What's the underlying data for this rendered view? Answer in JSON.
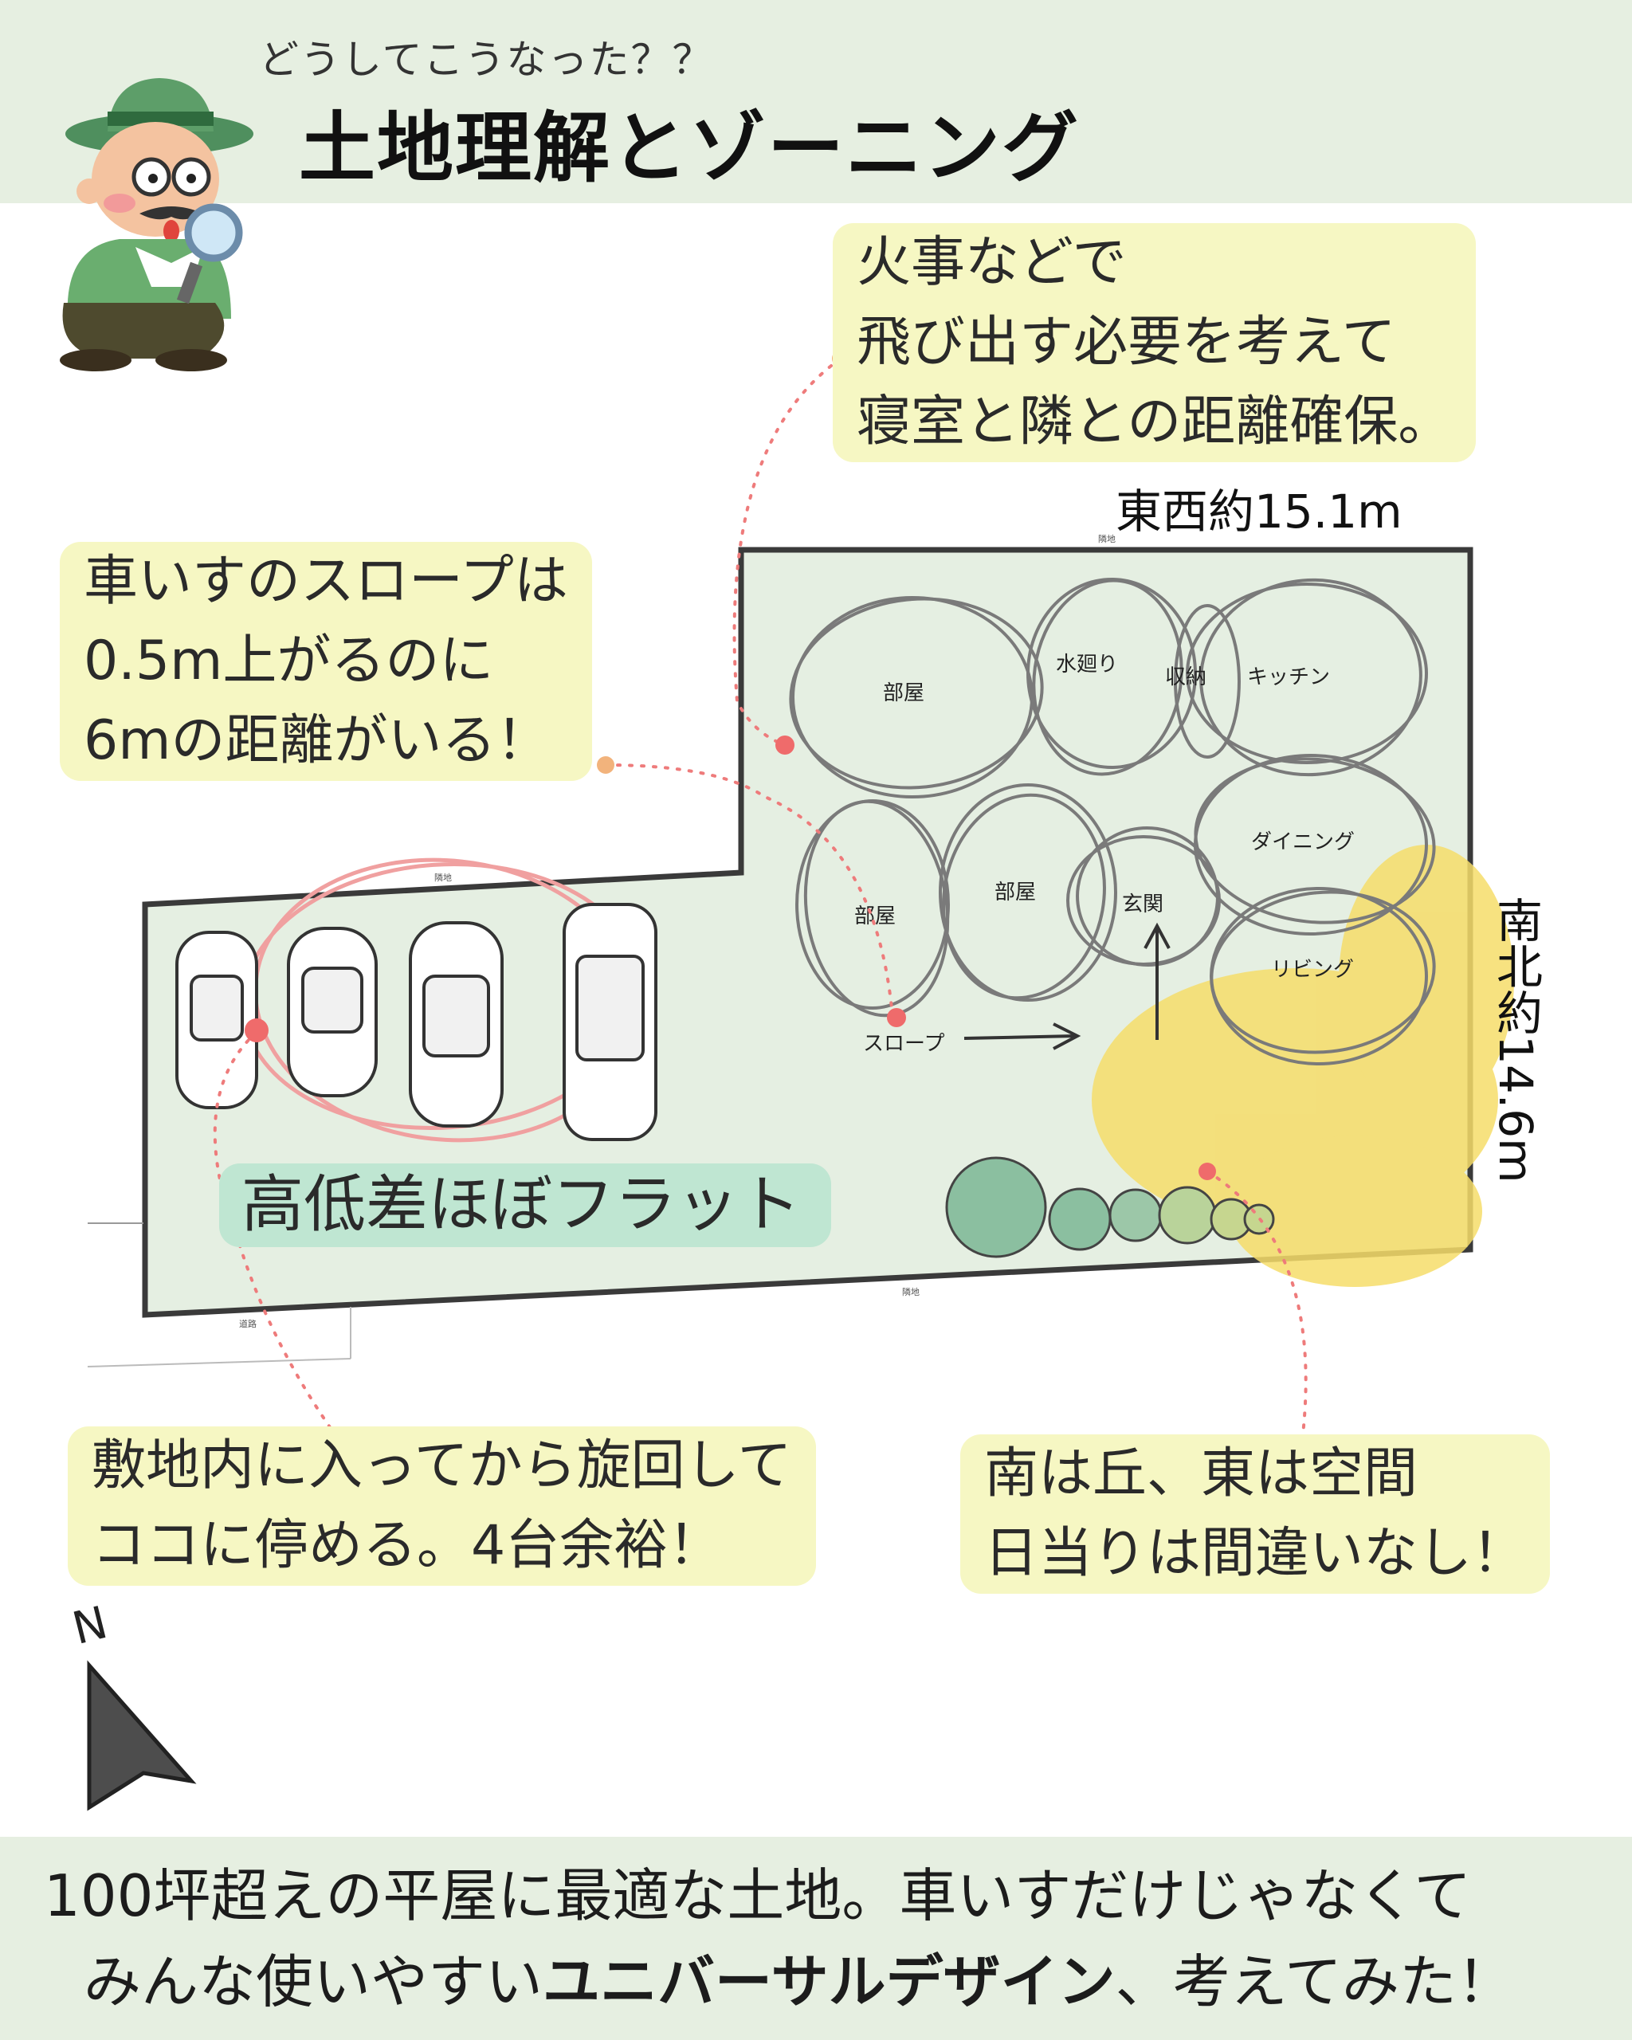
{
  "header": {
    "subtitle": "どうしてこうなった？？",
    "title": "土地理解とゾーニング"
  },
  "notes": {
    "fire": [
      "火事などで",
      "飛び出す必要を考えて",
      "寝室と隣との距離確保。"
    ],
    "slope": [
      "車いすのスロープは",
      "0.5m上がるのに",
      "6mの距離がいる！"
    ],
    "flat": "高低差ほぼフラット",
    "parking": [
      "敷地内に入ってから旋回して",
      "ココに停める。4台余裕！"
    ],
    "sun": [
      "南は丘、東は空間",
      "日当りは間違いなし！"
    ]
  },
  "dimensions": {
    "east_west": "東西約15.1m",
    "north_south": "南北約14.6m"
  },
  "plan": {
    "zones": {
      "room1": "部屋",
      "water": "水廻り",
      "storage": "収納",
      "kitchen": "キッチン",
      "dining": "ダイニング",
      "room2": "部屋",
      "room3": "部屋",
      "entrance": "玄関",
      "living": "リビング",
      "slope": "スロープ"
    },
    "boundary": {
      "neighbor": "隣地",
      "road": "道路"
    }
  },
  "compass": {
    "label": "N"
  },
  "footer": {
    "line1": "100坪超えの平屋に最適な土地。車いすだけじゃなくて",
    "line2_prefix": "みんな使いやすい",
    "line2_bold": "ユニバーサルデザイン",
    "line2_suffix": "、考えてみた！"
  },
  "colors": {
    "band": "#e6efe1",
    "note": "#f6f7c3",
    "flat_note": "#bfe6d2",
    "site": "#e5efe2",
    "accent_dot": "#ef6b6b",
    "sun": "#f6dd6a"
  }
}
